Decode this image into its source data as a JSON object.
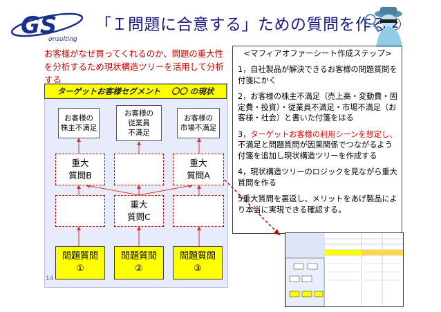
{
  "logo": {
    "text": "GS",
    "sub": "onsulting"
  },
  "title": "「Ｉ問題に合意する」ための質問を作る②",
  "intro": "お客様がなぜ買ってくれるのか、問題の重大性を分析するため現状構造ツリーを活用して分析する",
  "segment_bar": "ターゲットお客様セグメント　 〇〇 の現状",
  "top_boxes": [
    {
      "lines": [
        "お客様の",
        "株主不満足"
      ]
    },
    {
      "lines": [
        "お客様の",
        "従業員",
        "不満足"
      ]
    },
    {
      "lines": [
        "お客様の",
        "市場不満足"
      ]
    }
  ],
  "mid_boxes": [
    {
      "lines": [
        "重大",
        "質問B"
      ]
    },
    {
      "lines": []
    },
    {
      "lines": [
        "重大",
        "質問A"
      ]
    }
  ],
  "lower_boxes": [
    {
      "lines": []
    },
    {
      "lines": [
        "重大",
        "質問C"
      ]
    },
    {
      "lines": []
    }
  ],
  "question_boxes": [
    {
      "lines": [
        "問題質問",
        "①"
      ]
    },
    {
      "lines": [
        "問題質問",
        "②"
      ]
    },
    {
      "lines": [
        "問題質問",
        "③"
      ]
    }
  ],
  "page_number": "14",
  "steps": {
    "header": "<マフィアオファーシート作成ステップ>",
    "items": [
      {
        "text": "1，自社製品が解決できるお客様の問題質問を付箋にかく",
        "red": "",
        "rest": ""
      },
      {
        "text": "2，お客様の株主不満足（売上高・変動費・固定費・投資）・従業員不満足・市場不満足（お客様・社会）と書いた付箋をはる",
        "red": "",
        "rest": ""
      },
      {
        "text": "3，",
        "red": "ターゲットお客様の利用シーンを想定し、",
        "rest": "不満足と問題質問が因果関係でつながるよう付箋を追加し現状構造ツリーを作成する"
      },
      {
        "text": "4，現状構造ツリーのロジックを見ながら重大質問を作る",
        "red": "",
        "rest": ""
      },
      {
        "text": "5重大質問を裏返し、メリットをあげ製品により本当に実現できる確認する。",
        "red": "",
        "rest": ""
      }
    ]
  },
  "colors": {
    "title": "#1a1a80",
    "intro": "#cc0000",
    "yellow": "#ffff00",
    "panel": "#e6ecfb",
    "dashed": "#cc0000",
    "arrow": "#e03030"
  }
}
